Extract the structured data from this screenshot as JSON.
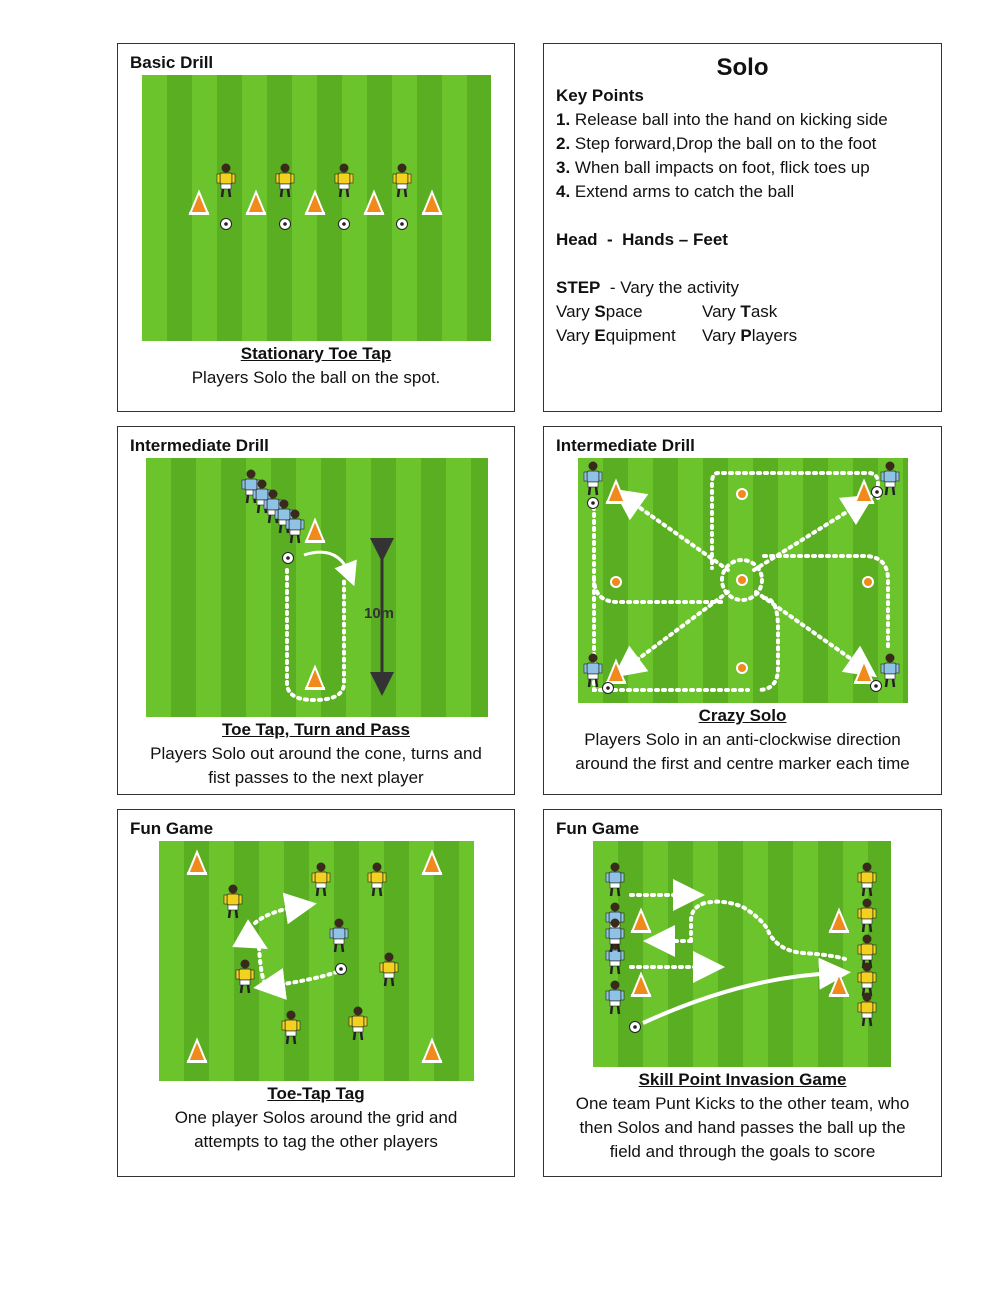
{
  "basic": {
    "heading": "Basic Drill",
    "title": "Stationary Toe Tap",
    "desc": "Players Solo the ball on the spot."
  },
  "solo": {
    "title": "Solo",
    "key_points_label": "Key Points",
    "points": [
      {
        "num": "1.",
        "text": " Release ball into the hand on kicking side"
      },
      {
        "num": "2.",
        "text": " Step forward,Drop the ball on to the foot"
      },
      {
        "num": "3.",
        "text": " When ball impacts on foot, flick toes up"
      },
      {
        "num": "4.",
        "text": " Extend arms to catch the ball"
      }
    ],
    "head_hands_feet": "Head  -  Hands – Feet",
    "step_label": "STEP",
    "step_text": "  - Vary the activity",
    "vary": [
      {
        "prefix": "Vary ",
        "bold": "S",
        "rest": "pace"
      },
      {
        "prefix": "Vary ",
        "bold": "T",
        "rest": "ask"
      },
      {
        "prefix": "Vary ",
        "bold": "E",
        "rest": "quipment"
      },
      {
        "prefix": "Vary ",
        "bold": "P",
        "rest": "layers"
      }
    ]
  },
  "intermediate1": {
    "heading": "Intermediate Drill",
    "distance_label": "10m",
    "title": "Toe Tap, Turn and Pass",
    "desc1": "Players Solo out around the cone, turns and",
    "desc2": "fist passes to the next player"
  },
  "intermediate2": {
    "heading": "Intermediate Drill",
    "title": "Crazy Solo",
    "desc1": "Players Solo in an anti-clockwise direction",
    "desc2": "around the first and centre marker each time"
  },
  "fun1": {
    "heading": "Fun Game",
    "title": "Toe-Tap Tag",
    "desc1": "One player Solos around the grid and",
    "desc2": "attempts to tag the other players"
  },
  "fun2": {
    "heading": "Fun Game",
    "title": "Skill Point Invasion Game",
    "desc1": "One team Punt Kicks to the other team, who",
    "desc2": "then Solos and hand passes the ball up the",
    "desc3": "field and through the goals to score"
  },
  "colors": {
    "grass_light": "#6cc42c",
    "grass_dark": "#5aae22",
    "cone": "#f08a1c",
    "jersey_yellow": "#f2d21e",
    "jersey_blue": "#8ec3e6"
  }
}
